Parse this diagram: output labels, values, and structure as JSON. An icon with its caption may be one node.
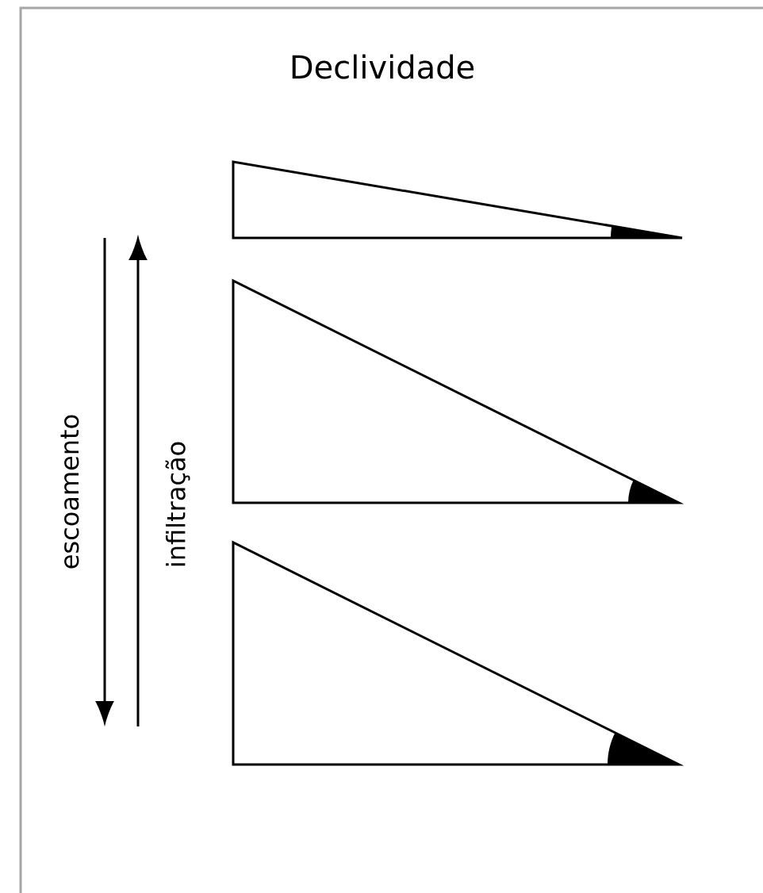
{
  "diagram": {
    "title": "Declividade",
    "labels": [
      "escoamento",
      "infiltração"
    ]
  }
}
